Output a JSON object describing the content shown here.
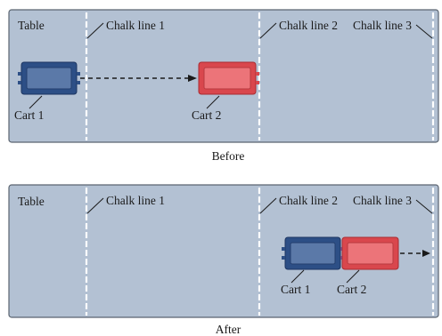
{
  "before": {
    "table_label": "Table",
    "chalk_lines": [
      "Chalk line 1",
      "Chalk line 2",
      "Chalk line 3"
    ],
    "cart1_label": "Cart 1",
    "cart2_label": "Cart 2",
    "caption": "Before"
  },
  "after": {
    "table_label": "Table",
    "chalk_lines": [
      "Chalk line 1",
      "Chalk line 2",
      "Chalk line 3"
    ],
    "cart1_label": "Cart 1",
    "cart2_label": "Cart 2",
    "caption": "After"
  },
  "colors": {
    "table": "#b3c1d3",
    "table_border": "#5a6470",
    "chalk": "#ffffff",
    "cart1": "#2d4f86",
    "cart1_inner": "#5b79a8",
    "cart2": "#d9474d",
    "cart2_inner": "#ec7479",
    "arrow": "#1a1a1a"
  }
}
